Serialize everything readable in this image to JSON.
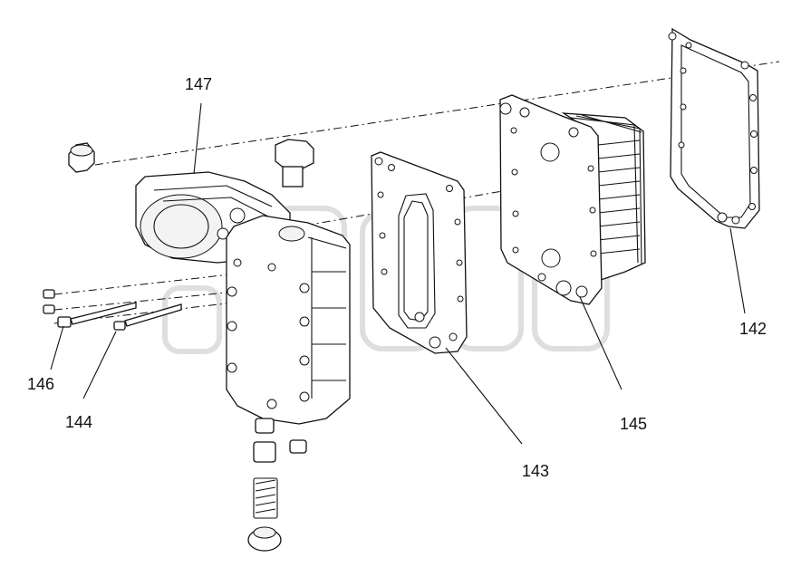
{
  "callouts": {
    "c147": "147",
    "c146": "146",
    "c144": "144",
    "c143": "143",
    "c145": "145",
    "c142": "142"
  },
  "watermark": {
    "tm": "TM"
  },
  "colors": {
    "line": "#111111",
    "background": "#ffffff",
    "watermark": "#b8b8b8"
  }
}
